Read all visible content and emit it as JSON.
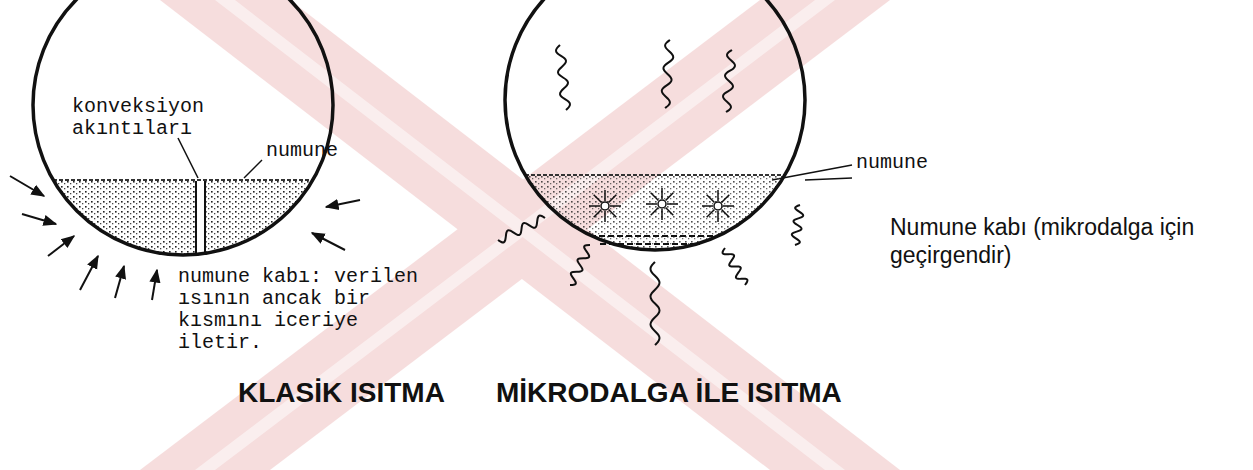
{
  "diagram": {
    "labels": [
      "konveksiyon akıntıları",
      "numune",
      "numune kabı: verilen ısının ancak bir kısmını iceriye iletir.",
      "numune",
      "Numune kabı (mikrodalga için geçirgendir)",
      "KLASİK ISITMA",
      "MİKRODALGA İLE ISITMA"
    ]
  }
}
